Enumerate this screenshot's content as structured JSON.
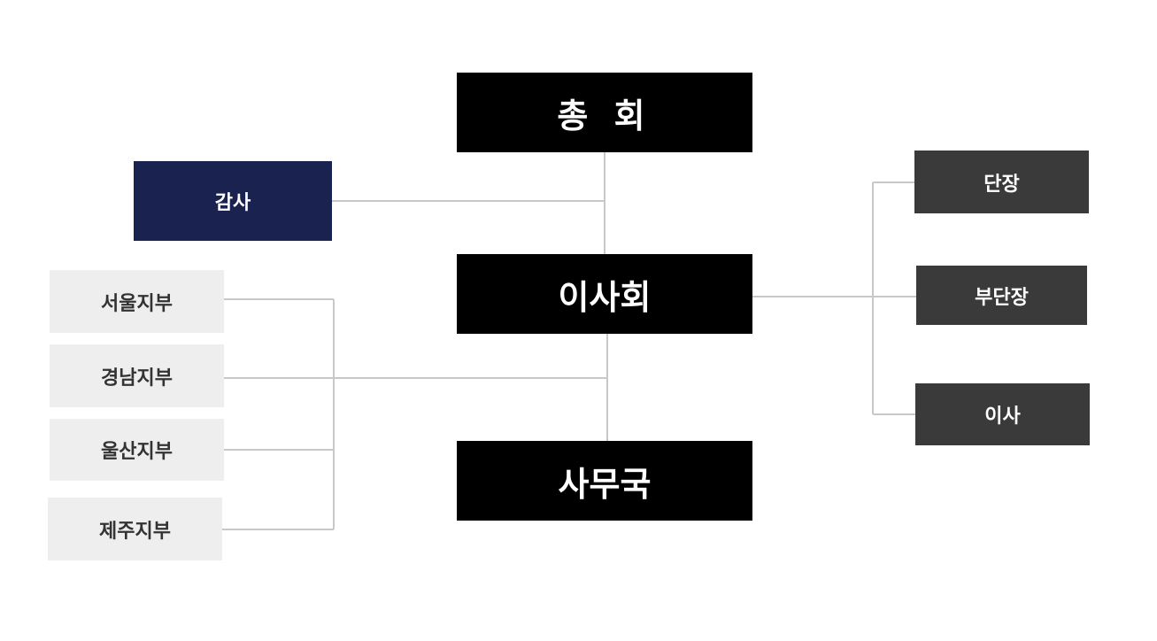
{
  "org_chart": {
    "main": [
      {
        "id": "general",
        "label": "총 회"
      },
      {
        "id": "board",
        "label": "이사회"
      },
      {
        "id": "secretariat",
        "label": "사무국"
      }
    ],
    "audit": {
      "label": "감사"
    },
    "branches": [
      {
        "label": "서울지부"
      },
      {
        "label": "경남지부"
      },
      {
        "label": "울산지부"
      },
      {
        "label": "제주지부"
      }
    ],
    "executives": [
      {
        "label": "단장"
      },
      {
        "label": "부단장"
      },
      {
        "label": "이사"
      }
    ]
  },
  "colors": {
    "main_box": "#000000",
    "audit_box": "#1a2350",
    "branch_box": "#eeeeee",
    "executive_box": "#3a3a3a",
    "connector": "#c8c8c8"
  }
}
